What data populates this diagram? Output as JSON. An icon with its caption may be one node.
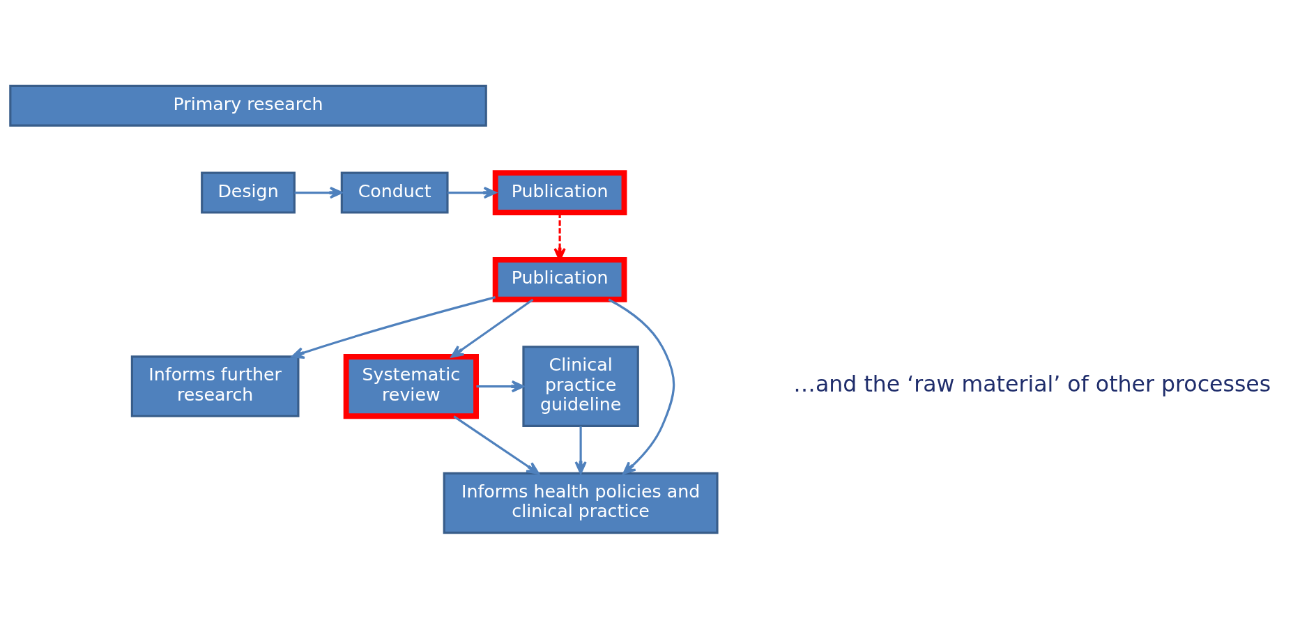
{
  "diagram": {
    "nodes": [
      {
        "text": [
          "Primary research"
        ]
      },
      {
        "text": [
          "Design"
        ]
      },
      {
        "text": [
          "Conduct"
        ]
      },
      {
        "text": [
          "Publication"
        ]
      },
      {
        "text": [
          "Publication"
        ]
      },
      {
        "text": [
          "Informs further research"
        ]
      },
      {
        "text": [
          "Systematic review"
        ]
      },
      {
        "text": [
          "Clinical practice guideline"
        ]
      },
      {
        "text": [
          "Informs health policies and clinical practice"
        ]
      }
    ],
    "edges": [
      {
        "from": 1,
        "to": 2,
        "arrow": "to"
      },
      {
        "from": 2,
        "to": 3,
        "arrow": "to"
      },
      {
        "from": 3,
        "to": 4,
        "arrow": "to",
        "style": "dashed",
        "color": "#ff0000"
      },
      {
        "from": 4,
        "to": 5,
        "arrow": "to"
      },
      {
        "from": 4,
        "to": 6,
        "arrow": "to"
      },
      {
        "from": 4,
        "to": 8,
        "arrow": "to"
      },
      {
        "from": 6,
        "to": 7,
        "arrow": "to"
      },
      {
        "from": 6,
        "to": 8,
        "arrow": "to"
      },
      {
        "from": 7,
        "to": 8,
        "arrow": "to"
      }
    ],
    "labels": [
      "…and the ‘raw material’ of other processes"
    ]
  }
}
